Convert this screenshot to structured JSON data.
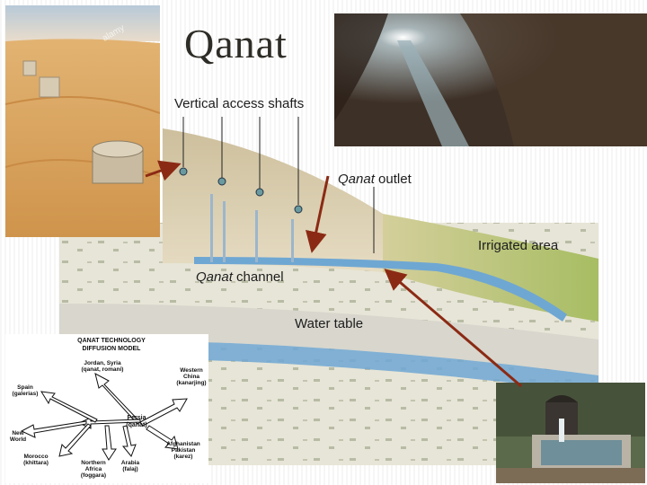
{
  "slide": {
    "title": "Qanat"
  },
  "diagram": {
    "shafts_label": "Vertical access shafts",
    "outlet_label_italic": "Qanat",
    "outlet_label_rest": " outlet",
    "irrigated_label": "Irrigated area",
    "channel_label_italic": "Qanat",
    "channel_label_rest": " channel",
    "water_table_label": "Water table"
  },
  "map": {
    "title_line1": "QANAT TECHNOLOGY",
    "title_line2": "DIFFUSION MODEL",
    "nodes": {
      "jordan_1": "Jordan, Syria",
      "jordan_2": "(qanat, romani)",
      "china_1": "Western",
      "china_2": "China",
      "china_3": "(kanarjing)",
      "spain_1": "Spain",
      "spain_2": "(galerias)",
      "persia_1": "Persia",
      "persia_2": "(qanat)",
      "newworld_1": "New",
      "newworld_2": "World",
      "afghan_1": "Afghanistan",
      "afghan_2": "Pakistan",
      "afghan_3": "(karez)",
      "morocco_1": "Morocco",
      "morocco_2": "(khittara)",
      "nafrica_1": "Northern",
      "nafrica_2": "Africa",
      "nafrica_3": "(foggara)",
      "arabia_1": "Arabia",
      "arabia_2": "(falaj)"
    }
  },
  "photos": {
    "watermark": "alamy"
  },
  "colors": {
    "arrow": "#8b2a14",
    "water": "#6fa7d3",
    "sand": "#d9a35a",
    "grass": "#a7bd63"
  }
}
